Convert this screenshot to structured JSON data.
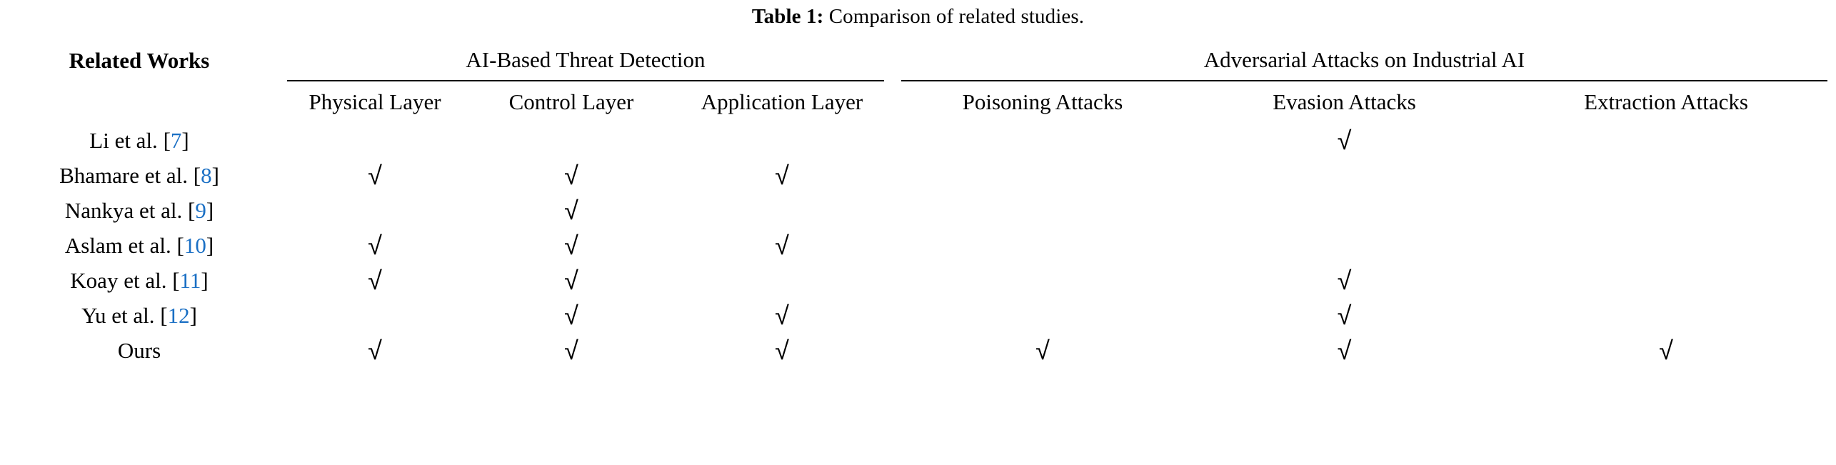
{
  "caption": {
    "label": "Table 1:",
    "text": "Comparison of related studies."
  },
  "table": {
    "row_header_label": "Related Works",
    "groups": [
      {
        "id": "ai-threat-detection",
        "label": "AI-Based Threat Detection",
        "span": 3
      },
      {
        "id": "adversarial-attacks",
        "label": "Adversarial Attacks on Industrial AI",
        "span": 3
      }
    ],
    "columns": [
      {
        "id": "physical-layer",
        "label": "Physical Layer"
      },
      {
        "id": "control-layer",
        "label": "Control Layer"
      },
      {
        "id": "application-layer",
        "label": "Application Layer"
      },
      {
        "id": "poisoning-attacks",
        "label": "Poisoning Attacks"
      },
      {
        "id": "evasion-attacks",
        "label": "Evasion Attacks"
      },
      {
        "id": "extraction-attacks",
        "label": "Extraction Attacks"
      }
    ],
    "check_glyph": "√",
    "citation_color": "#1a6fc4",
    "rows": [
      {
        "work": "Li et al.",
        "citation_open": "[",
        "citation_num": "7",
        "citation_close": "]",
        "cells": [
          "",
          "",
          "",
          "",
          "√",
          ""
        ]
      },
      {
        "work": "Bhamare et al.",
        "citation_open": "[",
        "citation_num": "8",
        "citation_close": "]",
        "cells": [
          "√",
          "√",
          "√",
          "",
          "",
          ""
        ]
      },
      {
        "work": "Nankya et al.",
        "citation_open": "[",
        "citation_num": "9",
        "citation_close": "]",
        "cells": [
          "",
          "√",
          "",
          "",
          "",
          ""
        ]
      },
      {
        "work": "Aslam et al.",
        "citation_open": "[",
        "citation_num": "10",
        "citation_close": "]",
        "cells": [
          "√",
          "√",
          "√",
          "",
          "",
          ""
        ]
      },
      {
        "work": "Koay et al.",
        "citation_open": "[",
        "citation_num": "11",
        "citation_close": "]",
        "cells": [
          "√",
          "√",
          "",
          "",
          "√",
          ""
        ]
      },
      {
        "work": "Yu et al.",
        "citation_open": "[",
        "citation_num": "12",
        "citation_close": "]",
        "cells": [
          "",
          "√",
          "√",
          "",
          "√",
          ""
        ]
      },
      {
        "work": "Ours",
        "citation_open": "",
        "citation_num": "",
        "citation_close": "",
        "cells": [
          "√",
          "√",
          "√",
          "√",
          "√",
          "√"
        ]
      }
    ]
  }
}
